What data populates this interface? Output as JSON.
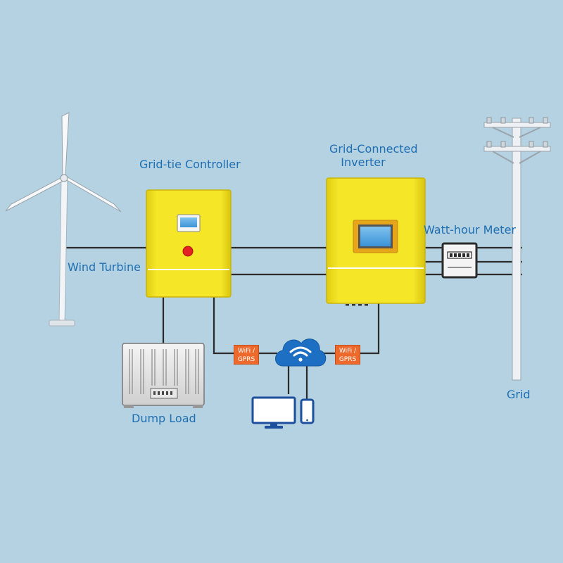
{
  "labels": {
    "controller": "Grid-tie Controller",
    "inverter_line1": "Grid-Connected",
    "inverter_line2": "Inverter",
    "meter": "Watt-hour Meter",
    "turbine": "Wind Turbine",
    "dump_load": "Dump Load",
    "grid": "Grid"
  },
  "comm_tags": [
    {
      "line1": "WiFi /",
      "line2": "GPRS"
    },
    {
      "line1": "WiFi /",
      "line2": "GPRS"
    }
  ],
  "colors": {
    "background": "#b4d2e1",
    "label_text": "#1f6fb3",
    "device_yellow": "#f2e21d",
    "tag_orange": "#ee6a2c",
    "wire": "#2b2b2b",
    "cloud_blue": "#1d6fc4"
  },
  "icons": [
    "wind-turbine-icon",
    "transmission-pole-icon",
    "cloud-wifi-icon",
    "monitor-icon",
    "phone-icon"
  ]
}
